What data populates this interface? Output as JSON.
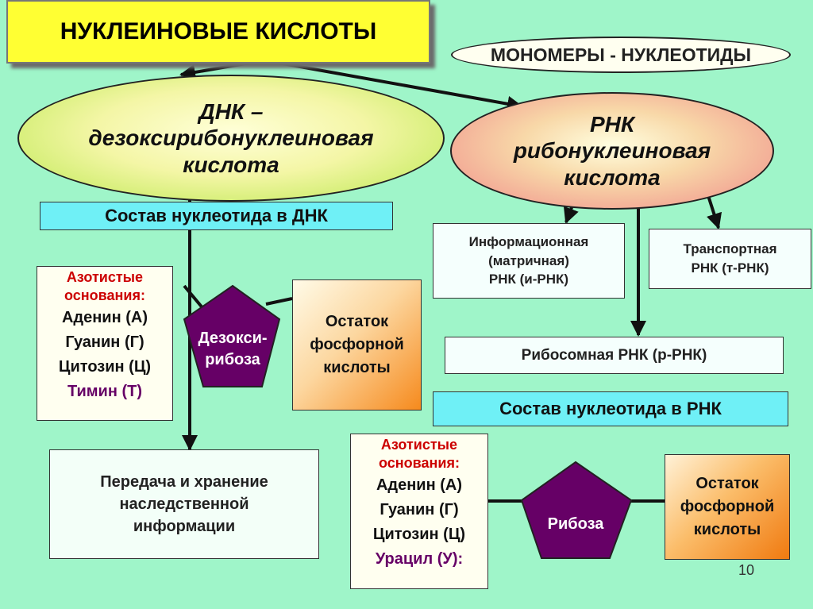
{
  "title": "НУКЛЕИНОВЫЕ КИСЛОТЫ",
  "monomers": "МОНОМЕРЫ - НУКЛЕОТИДЫ",
  "dna": {
    "line1": "ДНК –",
    "line2": "дезоксирибонуклеиновая",
    "line3": "кислота",
    "composition_title": "Состав нуклеотида в ДНК",
    "bases_title_1": "Азотистые",
    "bases_title_2": "основания:",
    "bases": [
      "Аденин (А)",
      "Гуанин (Г)",
      "Цитозин (Ц)",
      "Тимин (Т)"
    ],
    "sugar_1": "Дезокси-",
    "sugar_2": "рибоза",
    "phosphate": [
      "Остаток",
      "фосфорной",
      "кислоты"
    ],
    "function": [
      "Передача и хранение",
      "наследственной",
      "информации"
    ]
  },
  "rna": {
    "line1": "РНК",
    "line2": "рибонуклеиновая",
    "line3": "кислота",
    "mrna": [
      "Информационная",
      "(матричная)",
      "РНК (и-РНК)"
    ],
    "trna": [
      "Транспортная",
      "РНК (т-РНК)"
    ],
    "rrna": "Рибосомная РНК (р-РНК)",
    "composition_title": "Состав нуклеотида в РНК",
    "bases_title_1": "Азотистые",
    "bases_title_2": "основания:",
    "bases": [
      "Аденин (А)",
      "Гуанин (Г)",
      "Цитозин (Ц)",
      "Урацил (У):"
    ],
    "sugar": "Рибоза",
    "phosphate": [
      "Остаток",
      "фосфорной",
      "кислоты"
    ]
  },
  "page_number": "10",
  "colors": {
    "background": "#9ff5c9",
    "title_fill": "#ffff33",
    "cyan_box": "#6ff0f6",
    "pentagon": "#660066",
    "bases_heading": "#cc0000",
    "special_base": "#660066"
  }
}
